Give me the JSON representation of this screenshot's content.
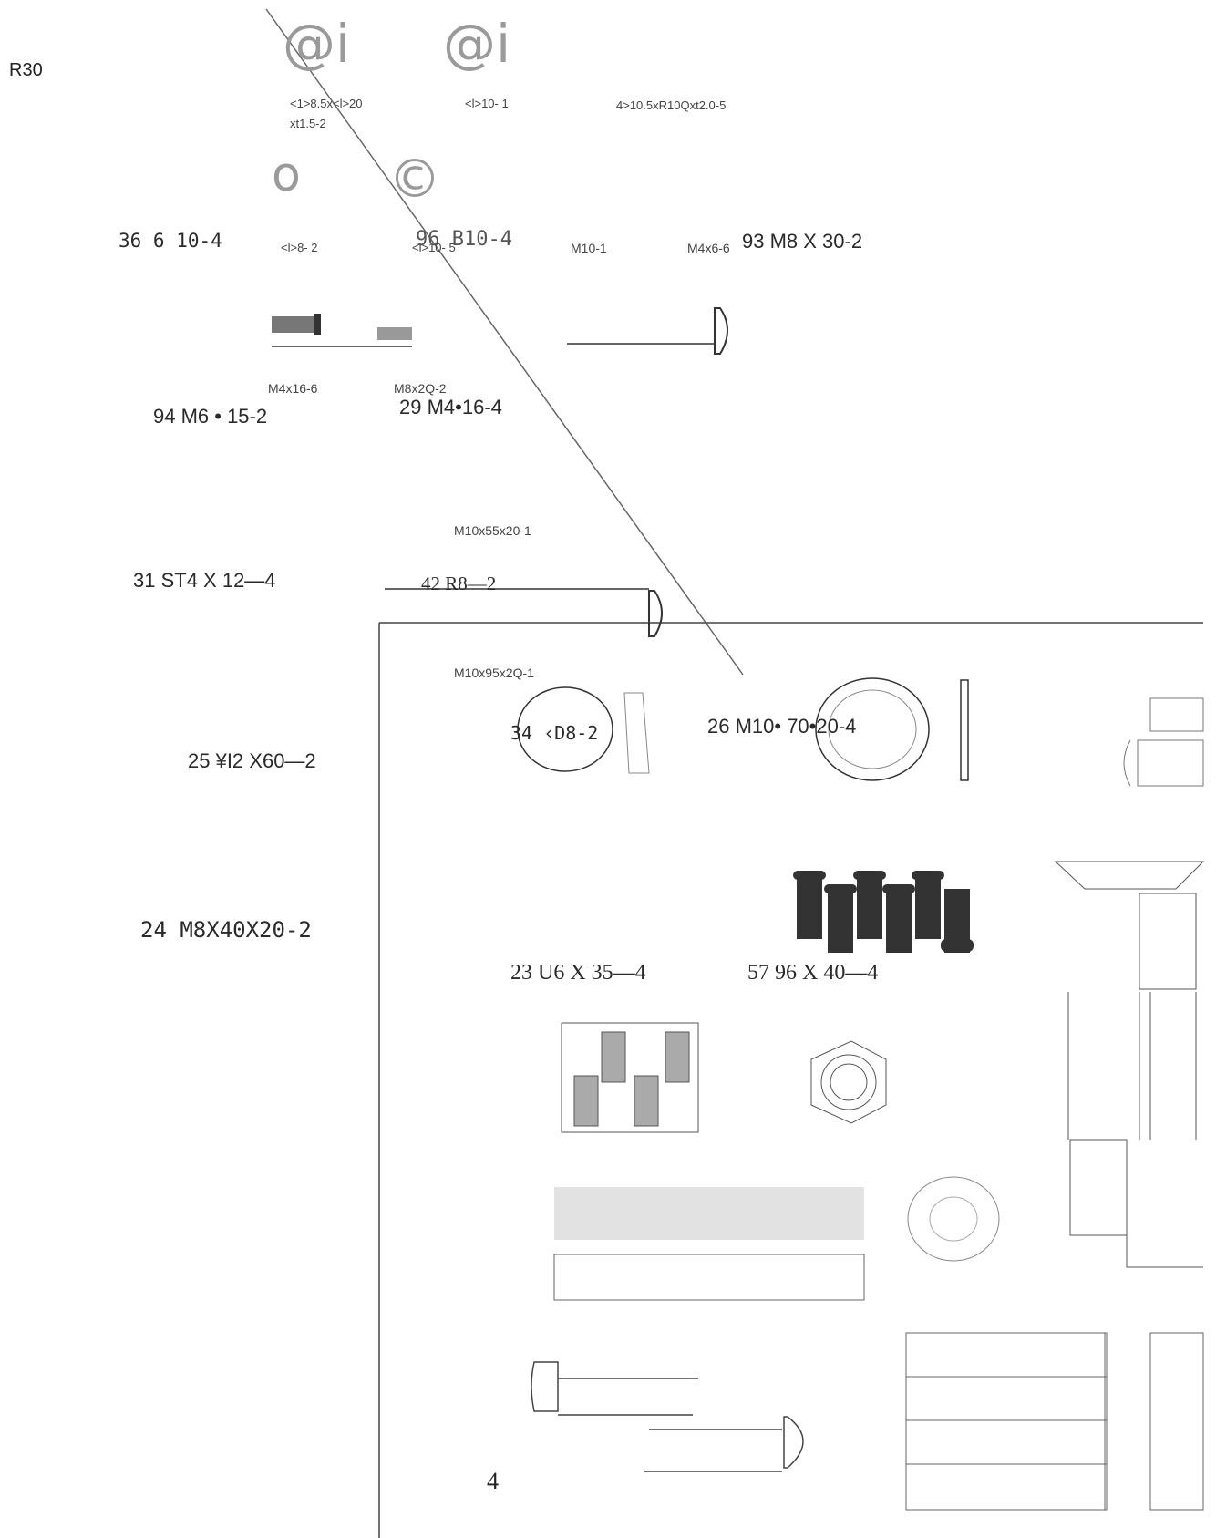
{
  "corner_label": "R30",
  "page_number": "4",
  "symbols": [
    {
      "id": "sym1",
      "text": "@i"
    },
    {
      "id": "sym2",
      "text": "@i"
    },
    {
      "id": "sym3",
      "text": "o"
    },
    {
      "id": "sym4",
      "text": "©"
    }
  ],
  "small_labels": [
    {
      "id": "s1",
      "text": "<1>8.5x<l>20"
    },
    {
      "id": "s2",
      "text": "xt1.5-2"
    },
    {
      "id": "s3",
      "text": "<l>10- 1"
    },
    {
      "id": "s4",
      "text": "4>10.5xR10Qxt2.0-5"
    },
    {
      "id": "s5",
      "text": "<l>8- 2"
    },
    {
      "id": "s6",
      "text": "<l>10- 5"
    },
    {
      "id": "s7",
      "text": "M10-1"
    },
    {
      "id": "s8",
      "text": "M4x6-6"
    },
    {
      "id": "s9",
      "text": "M4x16-6"
    },
    {
      "id": "s10",
      "text": "M8x2Q-2"
    },
    {
      "id": "s11",
      "text": "M10x55x20-1"
    },
    {
      "id": "s12",
      "text": "M10x95x2Q-1"
    }
  ],
  "part_labels": [
    {
      "id": "p36",
      "text": "36  6  10-4"
    },
    {
      "id": "p96b",
      "text": "96 B10-4"
    },
    {
      "id": "p93",
      "text": "93   M8 X 30-2"
    },
    {
      "id": "p94",
      "text": "94  M6 • 15-2"
    },
    {
      "id": "p29",
      "text": "29  M4•16-4"
    },
    {
      "id": "p31",
      "text": "31  ST4 X 12—4"
    },
    {
      "id": "p42",
      "text": "42 R8—2"
    },
    {
      "id": "p34",
      "text": "34  ‹D8-2"
    },
    {
      "id": "p26",
      "text": "26  M10• 70•20-4"
    },
    {
      "id": "p25",
      "text": "25      ¥I2  X60—2"
    },
    {
      "id": "p24",
      "text": "24   M8X40X20-2"
    },
    {
      "id": "p23",
      "text": "23  U6 X 35—4"
    },
    {
      "id": "p57",
      "text": "57   96 X 40—4"
    }
  ]
}
